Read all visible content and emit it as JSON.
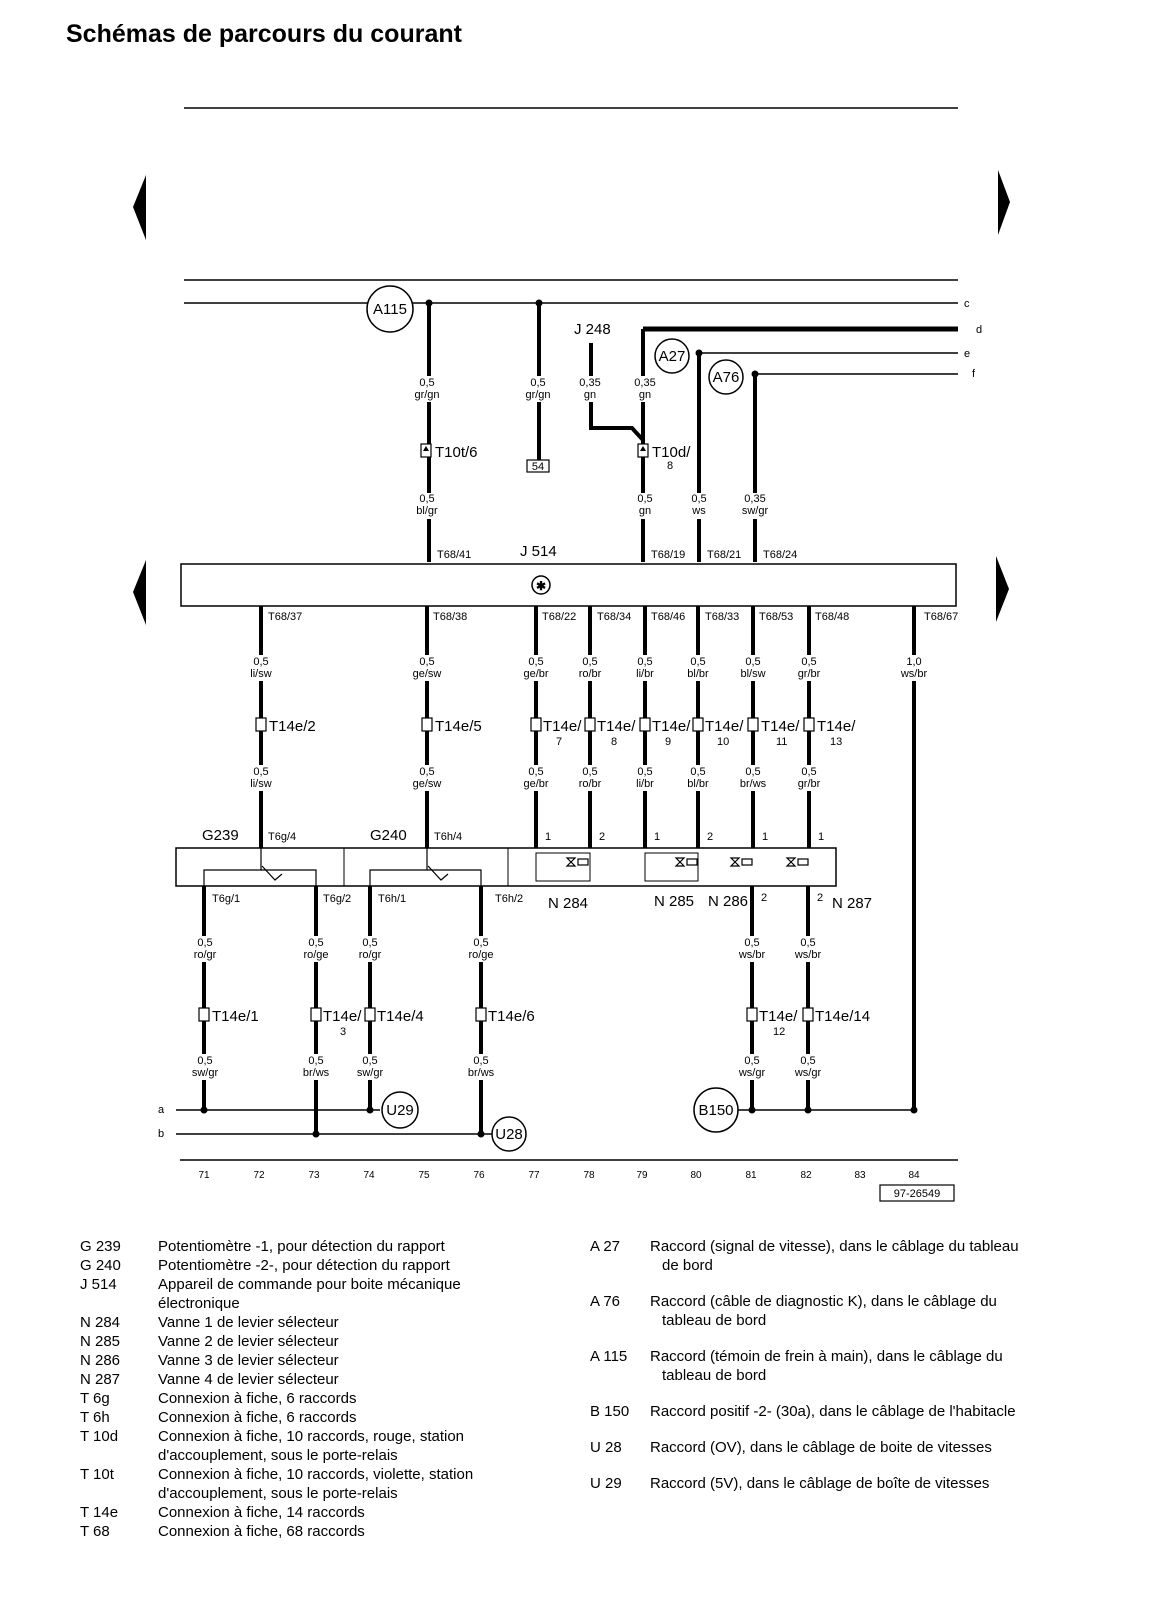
{
  "title": "Schémas de parcours du courant",
  "doc_code": "97-26549",
  "rails": {
    "c": "c",
    "d": "d",
    "e": "e",
    "f": "f",
    "a": "a",
    "b": "b"
  },
  "top_labels": {
    "A115": "A115",
    "A27": "A27",
    "A76": "A76",
    "J248": "J 248",
    "T10t6": "T10t/6",
    "T10d8_a": "T10d/",
    "T10d8_b": "8",
    "box54": "54",
    "J514": "J 514"
  },
  "top_wires": [
    {
      "size": "0,5",
      "color": "gr/gn"
    },
    {
      "size": "0,5",
      "color": "bl/gr"
    },
    {
      "size": "0,5",
      "color": "gr/gn"
    },
    {
      "size": "0,35",
      "color": "gn"
    },
    {
      "size": "0,35",
      "color": "gn"
    },
    {
      "size": "0,5",
      "color": "gn"
    },
    {
      "size": "0,5",
      "color": "ws"
    },
    {
      "size": "0,35",
      "color": "sw/gr"
    }
  ],
  "j514_top_pins": [
    "T68/41",
    "T68/19",
    "T68/21",
    "T68/24"
  ],
  "j514_bottom_pins": [
    "T68/37",
    "T68/38",
    "T68/22",
    "T68/34",
    "T68/46",
    "T68/33",
    "T68/53",
    "T68/48",
    "T68/67"
  ],
  "mid_wires_upper": [
    {
      "size": "0,5",
      "color": "li/sw"
    },
    {
      "size": "0,5",
      "color": "ge/sw"
    },
    {
      "size": "0,5",
      "color": "ge/br"
    },
    {
      "size": "0,5",
      "color": "ro/br"
    },
    {
      "size": "0,5",
      "color": "li/br"
    },
    {
      "size": "0,5",
      "color": "bl/br"
    },
    {
      "size": "0,5",
      "color": "bl/sw"
    },
    {
      "size": "0,5",
      "color": "gr/br"
    },
    {
      "size": "1,0",
      "color": "ws/br"
    }
  ],
  "t14_mid": [
    "T14e/2",
    "T14e/5",
    "T14e/",
    "T14e/",
    "T14e/",
    "T14e/",
    "T14e/",
    "T14e/"
  ],
  "t14_mid_sub": [
    "7",
    "8",
    "9",
    "10",
    "11",
    "13"
  ],
  "mid_wires_lower": [
    {
      "size": "0,5",
      "color": "li/sw"
    },
    {
      "size": "0,5",
      "color": "ge/sw"
    },
    {
      "size": "0,5",
      "color": "ge/br"
    },
    {
      "size": "0,5",
      "color": "ro/br"
    },
    {
      "size": "0,5",
      "color": "li/br"
    },
    {
      "size": "0,5",
      "color": "bl/br"
    },
    {
      "size": "0,5",
      "color": "br/ws"
    },
    {
      "size": "0,5",
      "color": "gr/br"
    }
  ],
  "components": {
    "G239": "G239",
    "G240": "G240",
    "N284": "N 284",
    "N285": "N 285",
    "N286": "N 286",
    "N287": "N 287",
    "T6g4": "T6g/4",
    "T6h4": "T6h/4",
    "T6g1": "T6g/1",
    "T6g2": "T6g/2",
    "T6h1": "T6h/1",
    "T6h2": "T6h/2",
    "U29": "U29",
    "U28": "U28",
    "B150": "B150"
  },
  "pin_numbers": {
    "one": "1",
    "two": "2"
  },
  "bottom_wires_upper": [
    {
      "size": "0,5",
      "color": "ro/gr"
    },
    {
      "size": "0,5",
      "color": "ro/ge"
    },
    {
      "size": "0,5",
      "color": "ro/gr"
    },
    {
      "size": "0,5",
      "color": "ro/ge"
    },
    {
      "size": "0,5",
      "color": "ws/br"
    },
    {
      "size": "0,5",
      "color": "ws/br"
    }
  ],
  "t14_bottom": [
    "T14e/1",
    "T14e/",
    "T14e/4",
    "T14e/6",
    "T14e/",
    "T14e/14"
  ],
  "t14_bottom_sub": [
    "3",
    "12"
  ],
  "bottom_wires_lower": [
    {
      "size": "0,5",
      "color": "sw/gr"
    },
    {
      "size": "0,5",
      "color": "br/ws"
    },
    {
      "size": "0,5",
      "color": "sw/gr"
    },
    {
      "size": "0,5",
      "color": "br/ws"
    },
    {
      "size": "0,5",
      "color": "ws/gr"
    },
    {
      "size": "0,5",
      "color": "ws/gr"
    }
  ],
  "column_numbers": [
    "71",
    "72",
    "73",
    "74",
    "75",
    "76",
    "77",
    "78",
    "79",
    "80",
    "81",
    "82",
    "83",
    "84"
  ],
  "legend_left": [
    {
      "code": "G 239",
      "lines": [
        "Potentiomètre -1, pour détection du rapport"
      ]
    },
    {
      "code": "G 240",
      "lines": [
        "Potentiomètre -2-, pour détection du rapport"
      ]
    },
    {
      "code": "J 514",
      "lines": [
        "Appareil de commande pour boite mécanique",
        "électronique"
      ]
    },
    {
      "code": "N 284",
      "lines": [
        "Vanne 1 de levier sélecteur"
      ]
    },
    {
      "code": "N 285",
      "lines": [
        "Vanne 2 de levier sélecteur"
      ]
    },
    {
      "code": "N 286",
      "lines": [
        "Vanne 3 de levier sélecteur"
      ]
    },
    {
      "code": "N 287",
      "lines": [
        "Vanne 4 de levier sélecteur"
      ]
    },
    {
      "code": "T 6g",
      "lines": [
        "Connexion à fiche, 6 raccords"
      ]
    },
    {
      "code": "T 6h",
      "lines": [
        "Connexion à fiche, 6 raccords"
      ]
    },
    {
      "code": "T 10d",
      "lines": [
        "Connexion à fiche, 10 raccords, rouge, station",
        "d'accouplement, sous le porte-relais"
      ]
    },
    {
      "code": "T 10t",
      "lines": [
        "Connexion à fiche, 10 raccords, violette, station",
        "d'accouplement, sous le porte-relais"
      ]
    },
    {
      "code": "T 14e",
      "lines": [
        "Connexion à fiche, 14 raccords"
      ]
    },
    {
      "code": "T 68",
      "lines": [
        "Connexion à fiche, 68 raccords"
      ]
    }
  ],
  "legend_right": [
    {
      "code": "A 27",
      "lines": [
        "Raccord (signal de vitesse), dans le câblage du tableau",
        "de bord"
      ]
    },
    {
      "code": "A 76",
      "lines": [
        "Raccord (câble de diagnostic K), dans le câblage du",
        "tableau de bord"
      ]
    },
    {
      "code": "A 115",
      "lines": [
        "Raccord (témoin de frein à main), dans le câblage du",
        "tableau de bord"
      ]
    },
    {
      "code": "B 150",
      "lines": [
        "Raccord positif -2- (30a), dans le câblage de l'habitacle"
      ]
    },
    {
      "code": "U 28",
      "lines": [
        "Raccord (OV), dans le câblage de boite de vitesses"
      ]
    },
    {
      "code": "U 29",
      "lines": [
        "Raccord (5V), dans le câblage de boîte de vitesses"
      ]
    }
  ]
}
